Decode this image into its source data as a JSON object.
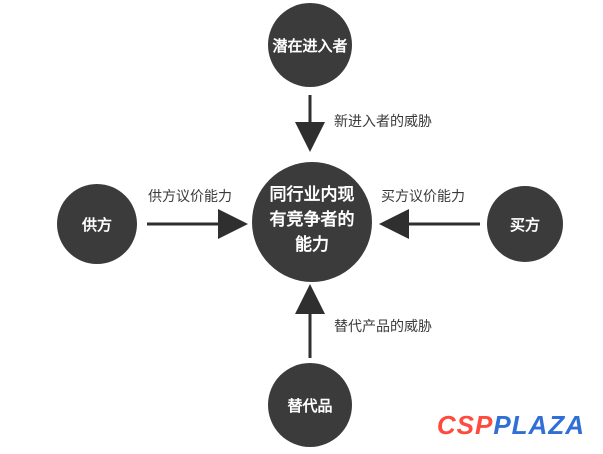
{
  "diagram": {
    "nodes": {
      "new_entrants": "潜在进入者",
      "center_line1": "同行业内现",
      "center_line2": "有竞争者的",
      "center_line3": "能力",
      "suppliers": "供方",
      "buyers": "买方",
      "substitutes": "替代品"
    },
    "edges": {
      "new_entrants_threat": "新进入者的威胁",
      "supplier_power": "供方议价能力",
      "buyer_power": "买方议价能力",
      "substitute_threat": "替代产品的威胁"
    }
  },
  "watermark": {
    "part1": "CSP",
    "part2": "PLAZA"
  },
  "colors": {
    "node_fill": "#3b3b3b",
    "arrow": "#2f2f2f",
    "label": "#3a3a3a",
    "watermark_red": "#ff4a3d",
    "watermark_blue": "#2f6fd6"
  }
}
